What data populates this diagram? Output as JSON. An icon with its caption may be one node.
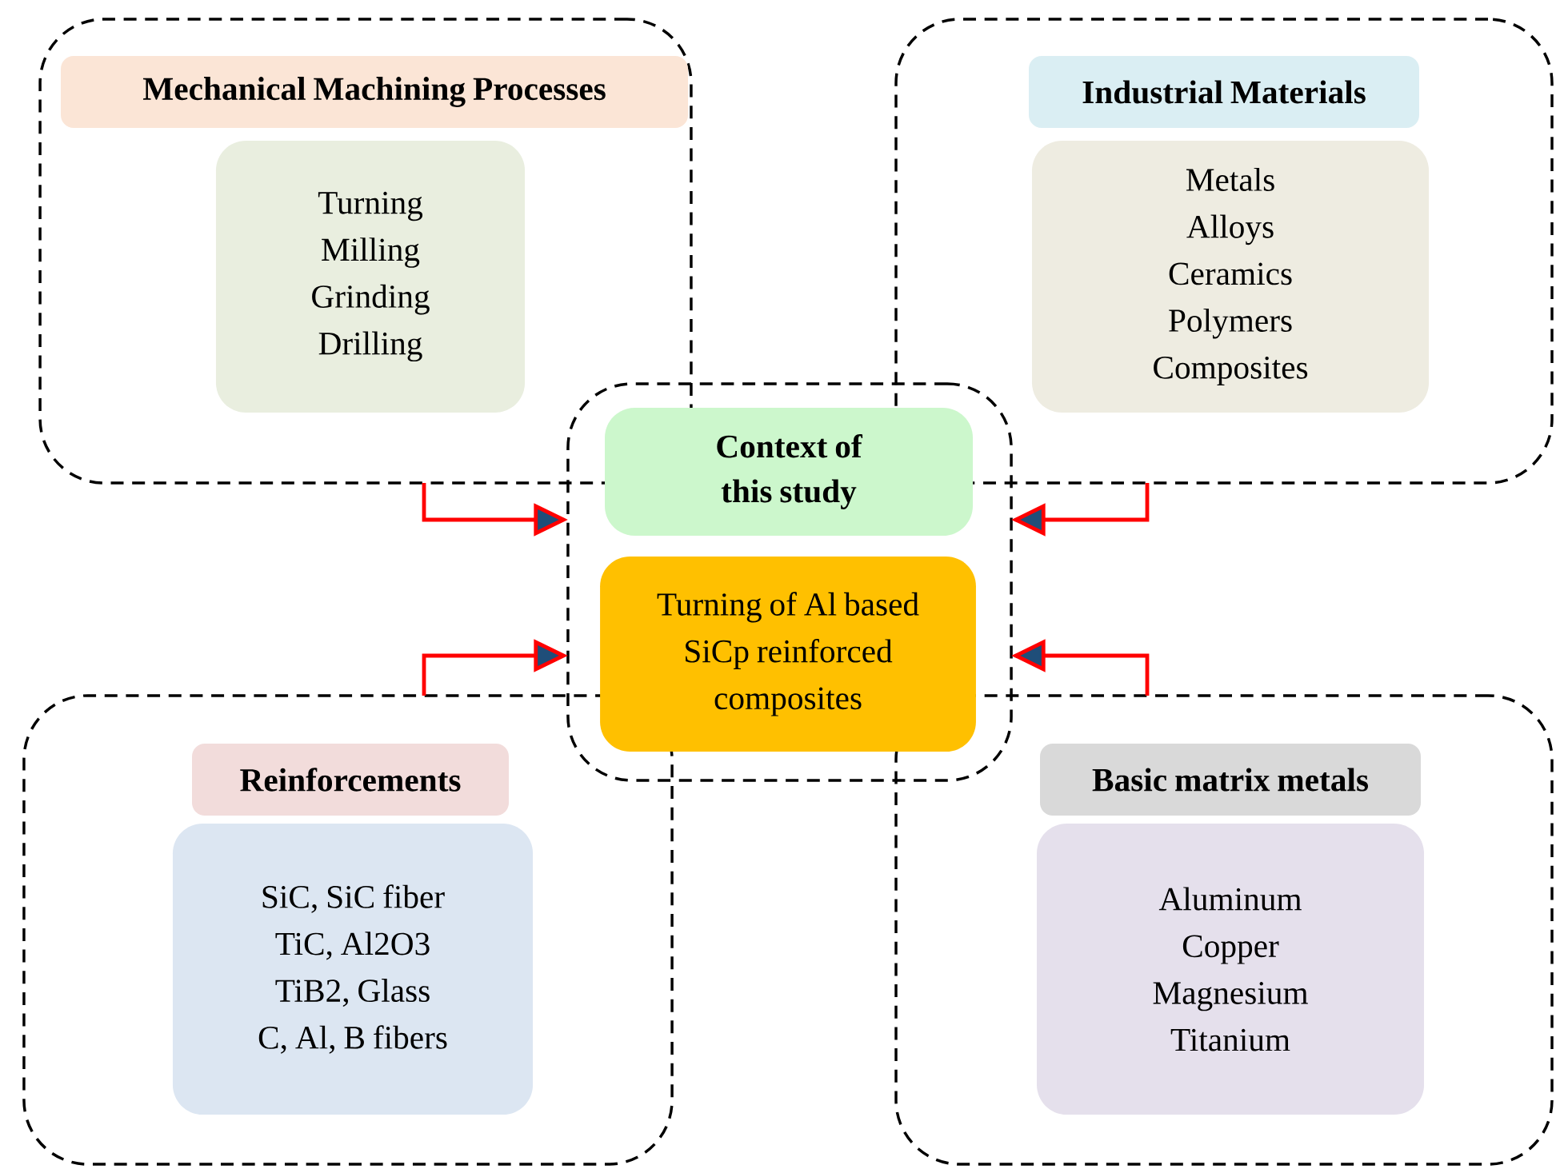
{
  "diagram": {
    "nodes": [
      {
        "text": [],
        "shape": "box"
      },
      {
        "text": [
          "Mechanical Machining Processes"
        ],
        "in": 0
      },
      {
        "text": [
          "Turning",
          "Milling",
          "Grinding",
          "Drilling"
        ],
        "in": 0
      },
      {
        "text": [],
        "shape": "box"
      },
      {
        "text": [
          "Industrial Materials"
        ],
        "in": 3
      },
      {
        "text": [
          "Metals",
          "Alloys",
          "Ceramics",
          "Polymers",
          "Composites"
        ],
        "in": 3
      },
      {
        "text": [],
        "shape": "box"
      },
      {
        "text": [
          "Context of this study"
        ],
        "in": 6
      },
      {
        "text": [
          "Turning of Al based SiCp reinforced composites"
        ],
        "in": 6
      },
      {
        "text": [],
        "shape": "box"
      },
      {
        "text": [
          "Reinforcements"
        ],
        "in": 9
      },
      {
        "text": [
          "SiC, SiC fiber",
          "TiC, Al2O3",
          "TiB2, Glass",
          "C, Al, B fibers"
        ],
        "in": 9
      },
      {
        "text": [],
        "shape": "box"
      },
      {
        "text": [
          "Basic matrix metals"
        ],
        "in": 12
      },
      {
        "text": [
          "Aluminum",
          "Copper",
          "Magnesium",
          "Titanium"
        ],
        "in": 12
      }
    ],
    "edges": [
      {
        "from": 0,
        "to": 6,
        "arrow": "to"
      },
      {
        "from": 3,
        "to": 6,
        "arrow": "to"
      },
      {
        "from": 9,
        "to": 6,
        "arrow": "to"
      },
      {
        "from": 12,
        "to": 6,
        "arrow": "to"
      }
    ]
  }
}
